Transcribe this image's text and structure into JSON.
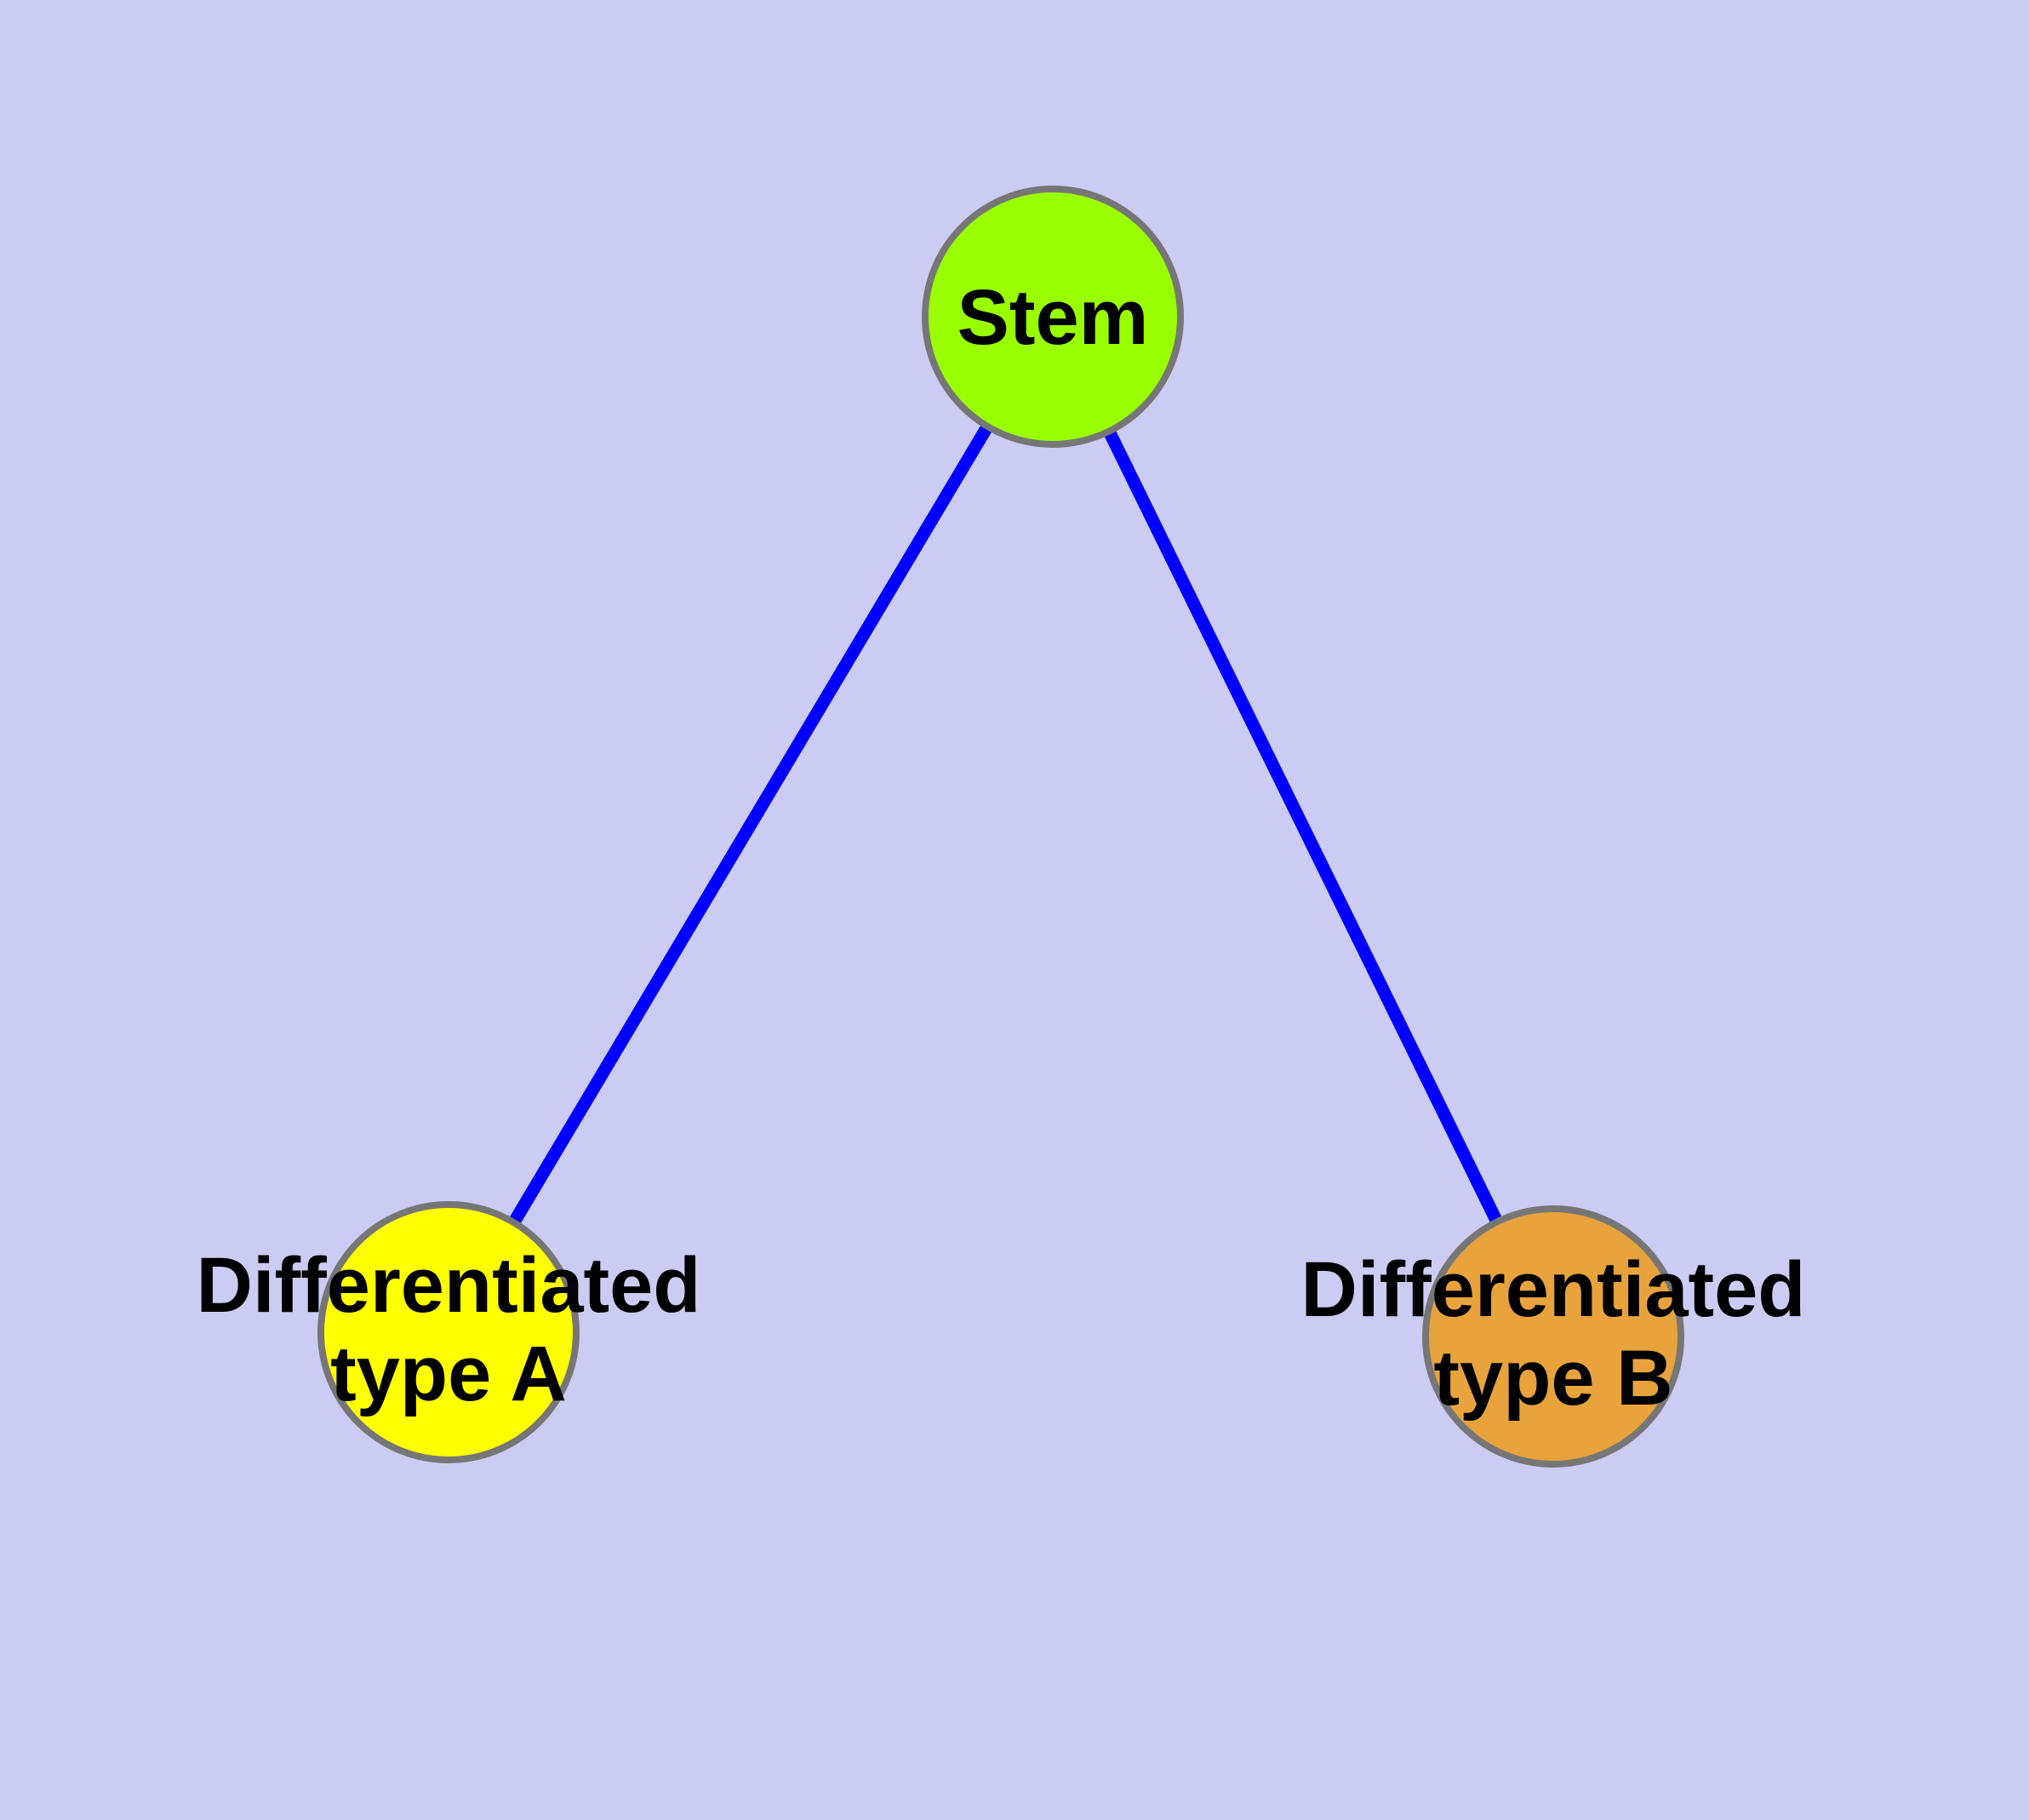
{
  "diagram": {
    "type": "graph",
    "description": "Stem cell differentiation graph with one parent node and two child nodes connected by undirected edges",
    "background_color": "#cbcbf4",
    "edge_color": "#0000ff",
    "node_border_color": "#767676",
    "text_color": "#000000",
    "nodes": [
      {
        "id": "stem",
        "label": "Stem",
        "fill": "#99ff00",
        "shape": "circle"
      },
      {
        "id": "type-a",
        "label": "Differentiated\ntype A",
        "fill": "#ffff00",
        "shape": "circle"
      },
      {
        "id": "type-b",
        "label": "Differentiated\ntype B",
        "fill": "#e8a33c",
        "shape": "circle"
      }
    ],
    "edges": [
      {
        "from": "Stem",
        "to": "Differentiated type A"
      },
      {
        "from": "Stem",
        "to": "Differentiated type B"
      }
    ]
  }
}
